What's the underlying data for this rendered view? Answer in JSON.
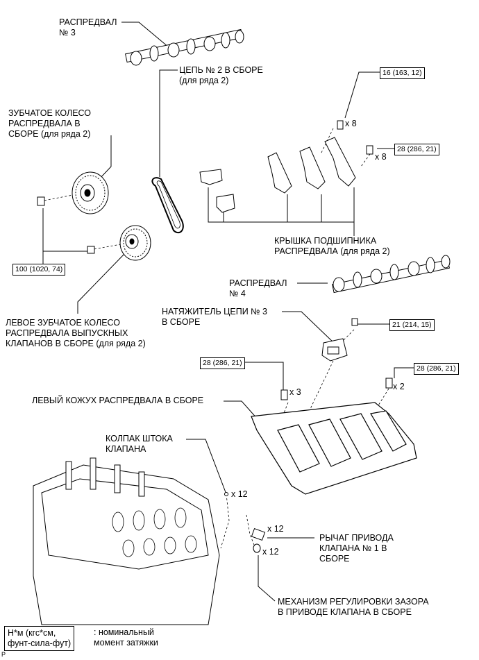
{
  "labels": {
    "camshaft3": "РАСПРЕДВАЛ\n№ 3",
    "chain2": "ЦЕПЬ № 2 В СБОРЕ\n(для ряда 2)",
    "cam_gear": "ЗУБЧАТОЕ КОЛЕСО\nРАСПРЕДВАЛА В\nСБОРЕ (для ряда 2)",
    "bearing_cap": "КРЫШКА ПОДШИПНИКА\nРАСПРЕДВАЛА (для ряда 2)",
    "camshaft4": "РАСПРЕДВАЛ\n№ 4",
    "left_exhaust_gear": "ЛЕВОЕ ЗУБЧАТОЕ КОЛЕСО\nРАСПРЕДВАЛА ВЫПУСКНЫХ\nКЛАПАНОВ В СБОРЕ (для ряда 2)",
    "tensioner3": "НАТЯЖИТЕЛЬ ЦЕПИ № 3\nВ СБОРЕ",
    "left_cam_housing": "ЛЕВЫЙ КОЖУХ РАСПРЕДВАЛА В СБОРЕ",
    "valve_stem_cap": "КОЛПАК ШТОКА\nКЛАПАНА",
    "rocker_arm": "РЫЧАГ ПРИВОДА\nКЛАПАНА № 1 В\nСБОРЕ",
    "lash_adjuster": "МЕХАНИЗМ РЕГУЛИРОВКИ ЗАЗОРА\nВ ПРИВОДЕ КЛАПАНА В СБОРЕ"
  },
  "torques": {
    "t16": "16 (163, 12)",
    "t28a": "28 (286, 21)",
    "t100": "100 (1020, 74)",
    "t21": "21 (214, 15)",
    "t28b": "28 (286, 21)",
    "t28c": "28 (286, 21)"
  },
  "quantities": {
    "q8a": "x 8",
    "q8b": "x 8",
    "q3": "x 3",
    "q2": "x 2",
    "q12a": "x 12",
    "q12b": "x 12",
    "q12c": "x 12"
  },
  "legend": {
    "unit": "Н*м (кгс*см,\nфунт-сила-фут)",
    "desc": ": номинальный\nмомент затяжки"
  },
  "corner_mark": "P"
}
